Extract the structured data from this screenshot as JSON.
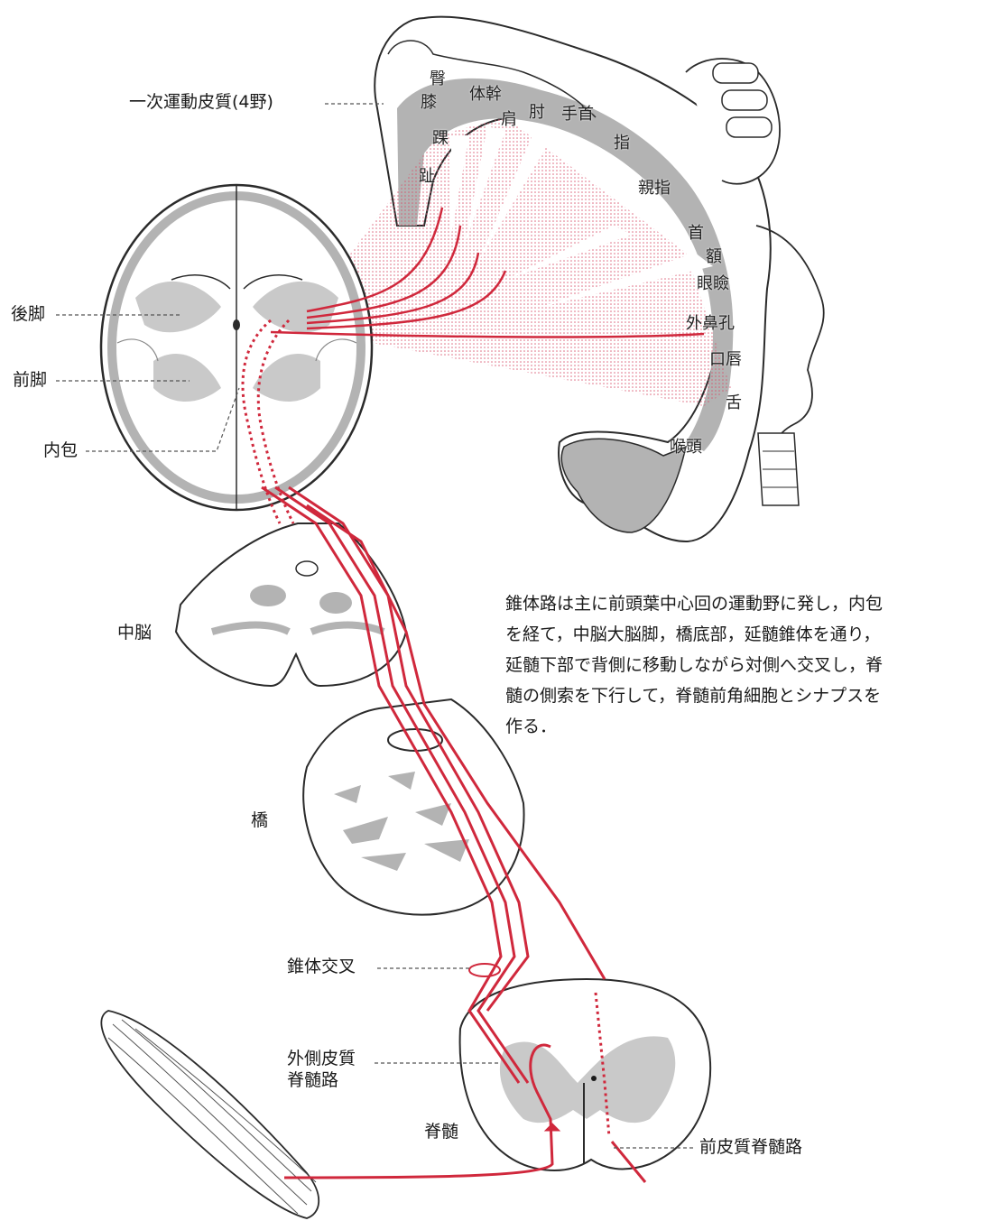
{
  "labels": {
    "primary_motor_cortex": "一次運動皮質(4野)",
    "posterior_limb": "後脚",
    "anterior_limb": "前脚",
    "internal_capsule": "内包",
    "midbrain": "中脳",
    "pons": "橋",
    "pyramidal_decussation": "錐体交叉",
    "lateral_cst": "外側皮質\n脊髄路",
    "spinal_cord": "脊髄",
    "anterior_cst": "前皮質脊髄路"
  },
  "homunculus": {
    "hip": "臀",
    "knee": "膝",
    "trunk": "体幹",
    "shoulder": "肩",
    "elbow": "肘",
    "wrist": "手首",
    "ankle": "踝",
    "toes": "趾",
    "fingers": "指",
    "thumb": "親指",
    "neck": "首",
    "brow": "額",
    "eyelid": "眼瞼",
    "nostril": "外鼻孔",
    "lips": "口唇",
    "tongue": "舌",
    "larynx": "喉頭"
  },
  "description": [
    "錐体路は主に前頭葉中心回の運動野に発し，内包",
    "を経て，中脳大脳脚，橋底部，延髄錐体を通り，",
    "延髄下部で背側に移動しながら対側へ交叉し，脊",
    "髄の側索を下行して，脊髄前角細胞とシナプスを",
    "作る．"
  ],
  "colors": {
    "tract": "#d0283c",
    "gray_matter": "#b3b3b3",
    "outline": "#2b2b2b",
    "stipple": "#e7a4b0"
  }
}
